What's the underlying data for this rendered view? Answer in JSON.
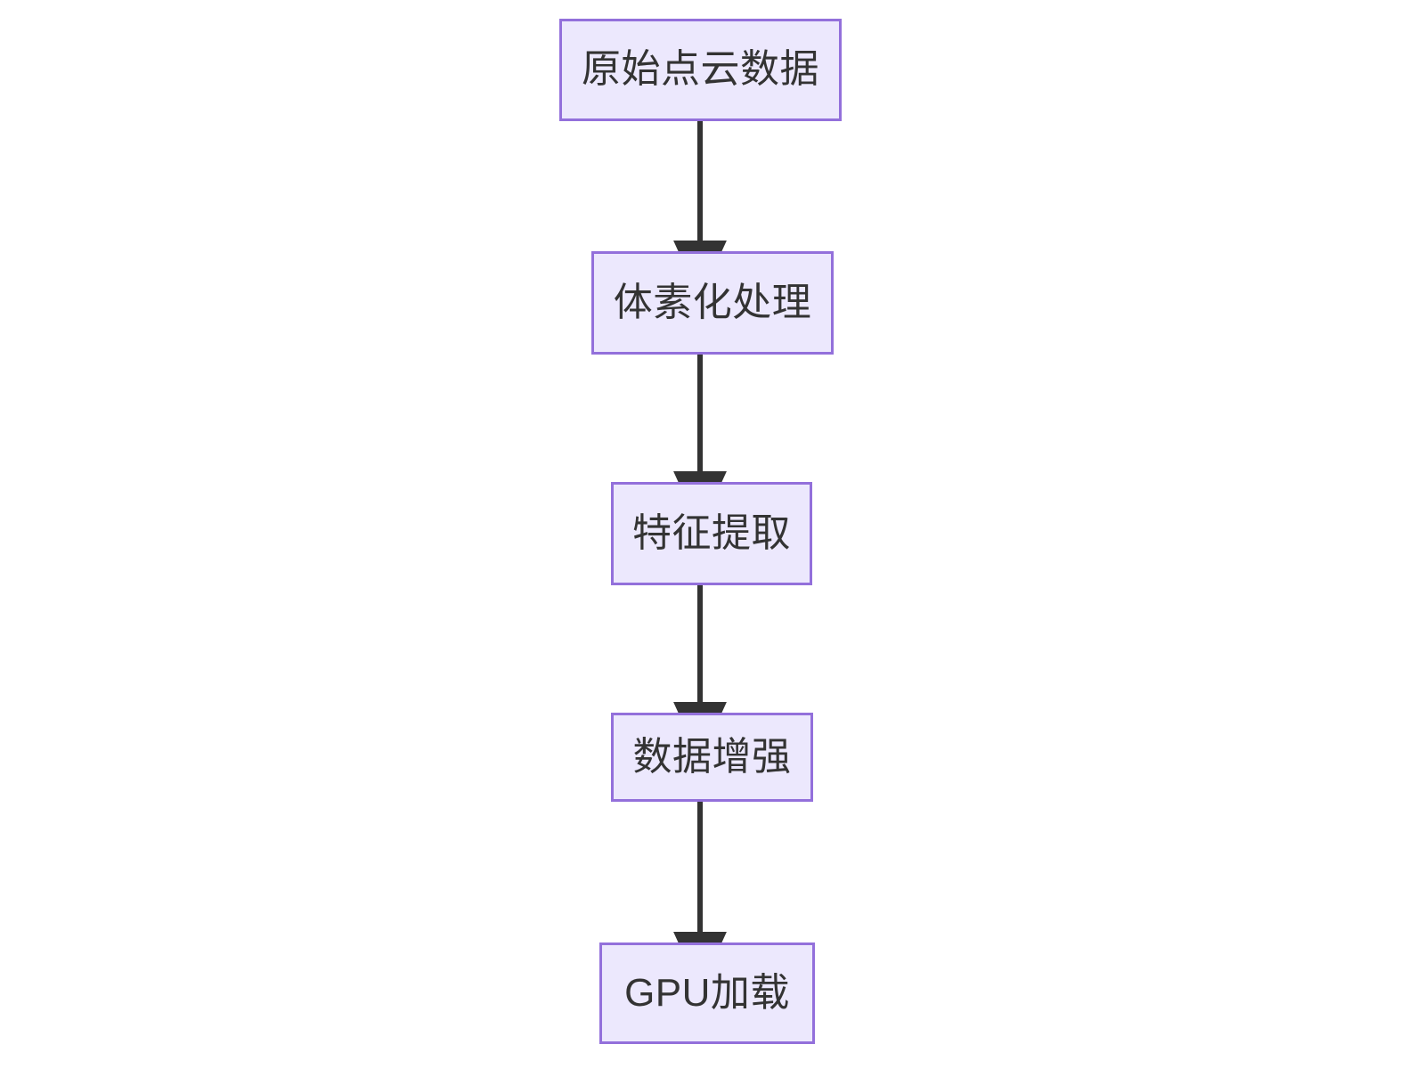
{
  "diagram": {
    "type": "flowchart",
    "direction": "top-to-bottom",
    "background_color": "#ffffff",
    "node_fill_color": "#ECE8FD",
    "node_border_color": "#9370DB",
    "node_text_color": "#333333",
    "edge_color": "#333333",
    "nodes": [
      {
        "id": "node-0",
        "label": "原始点云数据"
      },
      {
        "id": "node-1",
        "label": "体素化处理"
      },
      {
        "id": "node-2",
        "label": "特征提取"
      },
      {
        "id": "node-3",
        "label": "数据增强"
      },
      {
        "id": "node-4",
        "label": "GPU加载"
      }
    ],
    "edges": [
      {
        "from": "node-0",
        "to": "node-1",
        "label": "",
        "arrow": "arrow-down-icon"
      },
      {
        "from": "node-1",
        "to": "node-2",
        "label": "",
        "arrow": "arrow-down-icon"
      },
      {
        "from": "node-2",
        "to": "node-3",
        "label": "",
        "arrow": "arrow-down-icon"
      },
      {
        "from": "node-3",
        "to": "node-4",
        "label": "",
        "arrow": "arrow-down-icon"
      }
    ]
  }
}
